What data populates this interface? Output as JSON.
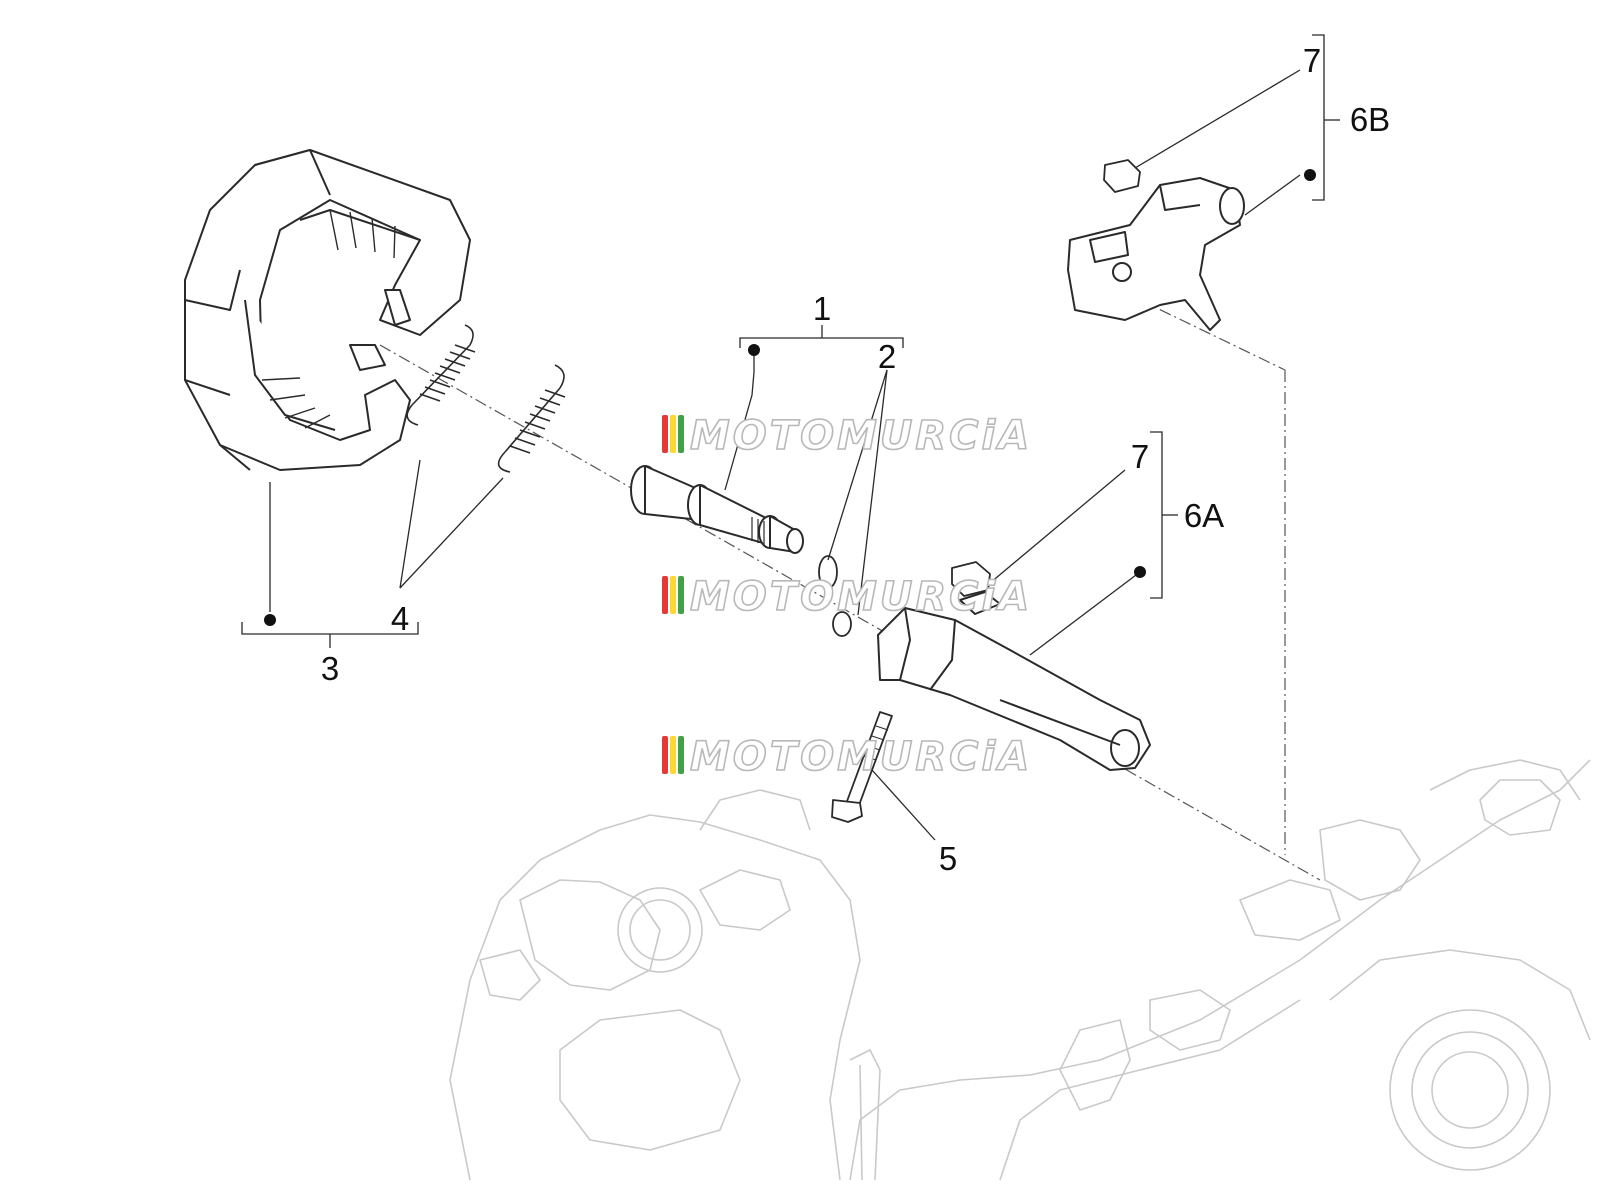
{
  "callouts": {
    "c1": "1",
    "c2": "2",
    "c3": "3",
    "c4": "4",
    "c5": "5",
    "c6a": "6A",
    "c6b": "6B",
    "c7a": "7",
    "c7b": "7"
  },
  "watermark": {
    "text": "MOTOMURCiA",
    "colors": {
      "stripe_red": "#e53935",
      "stripe_yellow": "#fdd835",
      "stripe_green": "#43a047",
      "text_fill": "#ffffff",
      "text_stroke": "#b8b8b8"
    }
  },
  "colors": {
    "line_dark": "#2a2a2a",
    "line_light": "#c9c9c9",
    "label": "#111111"
  }
}
